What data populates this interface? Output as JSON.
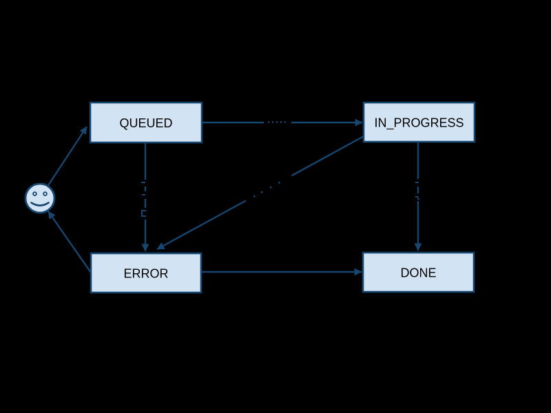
{
  "diagram": {
    "kind": "state-machine-diagram",
    "background": "#000000",
    "colors": {
      "node_fill": "#d2e3f3",
      "node_border": "#17466e",
      "edge": "#17466e",
      "node_text": "#000000"
    },
    "nodes": {
      "start": {
        "icon": "smiley-face",
        "label": ""
      },
      "queued": {
        "label": "QUEUED"
      },
      "in_progress": {
        "label": "IN_PROGRESS"
      },
      "error": {
        "label": "ERROR"
      },
      "done": {
        "label": "DONE"
      }
    },
    "edges": [
      {
        "from": "start",
        "to": "queued",
        "obscured_label": false
      },
      {
        "from": "queued",
        "to": "in_progress",
        "obscured_label": true
      },
      {
        "from": "queued",
        "to": "error",
        "obscured_label": true
      },
      {
        "from": "in_progress",
        "to": "error",
        "obscured_label": true
      },
      {
        "from": "in_progress",
        "to": "done",
        "obscured_label": true
      },
      {
        "from": "error",
        "to": "done",
        "obscured_label": false
      },
      {
        "from": "error",
        "to": "start",
        "obscured_label": false
      }
    ]
  }
}
